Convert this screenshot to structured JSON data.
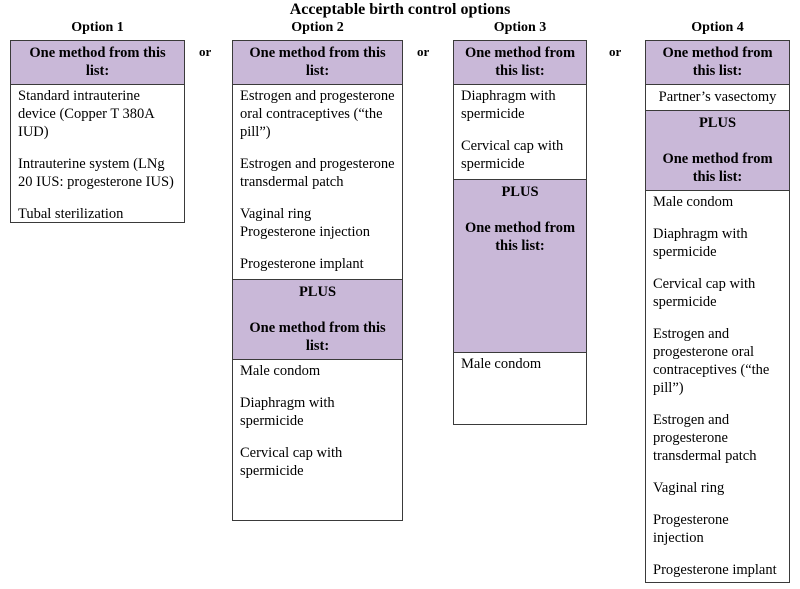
{
  "title": "Acceptable birth control options",
  "separator_label": "or",
  "colors": {
    "header_fill": "#c9b8d8",
    "border": "#3a3a3a",
    "text": "#000000",
    "background": "#ffffff"
  },
  "headers": {
    "one_method": "One method from this list:",
    "plus": "PLUS"
  },
  "options": [
    {
      "label": "Option 1",
      "header": "One method from this list:",
      "items": [
        "Standard intrauterine device (Copper T 380A IUD)",
        "Intrauterine system (LNg 20 IUS: progesterone IUS)",
        "Tubal sterilization"
      ]
    },
    {
      "label": "Option 2",
      "header": "One method from this list:",
      "items": [
        "Estrogen and progesterone oral contraceptives (“the pill”)",
        "Estrogen and progesterone transdermal patch",
        "Vaginal ring",
        "Progesterone injection",
        "Progesterone implant"
      ],
      "plus_label": "PLUS",
      "plus_header": "One method from this list:",
      "plus_items": [
        "Male condom",
        "Diaphragm with spermicide",
        "Cervical cap with spermicide"
      ]
    },
    {
      "label": "Option 3",
      "header": "One method from this list:",
      "items": [
        "Diaphragm with spermicide",
        "Cervical cap with spermicide"
      ],
      "plus_label": "PLUS",
      "plus_header": "One method from this list:",
      "plus_items": [
        "Male condom"
      ]
    },
    {
      "label": "Option 4",
      "header": "One method from this list:",
      "items": [
        "Partner’s vasectomy"
      ],
      "plus_label": "PLUS",
      "plus_header": "One method from this list:",
      "plus_items": [
        "Male condom",
        "Diaphragm with spermicide",
        "Cervical cap with spermicide",
        "Estrogen and progesterone oral contraceptives (“the pill”)",
        "Estrogen and progesterone transdermal patch",
        "Vaginal ring",
        "Progesterone injection",
        "Progesterone implant"
      ]
    }
  ]
}
